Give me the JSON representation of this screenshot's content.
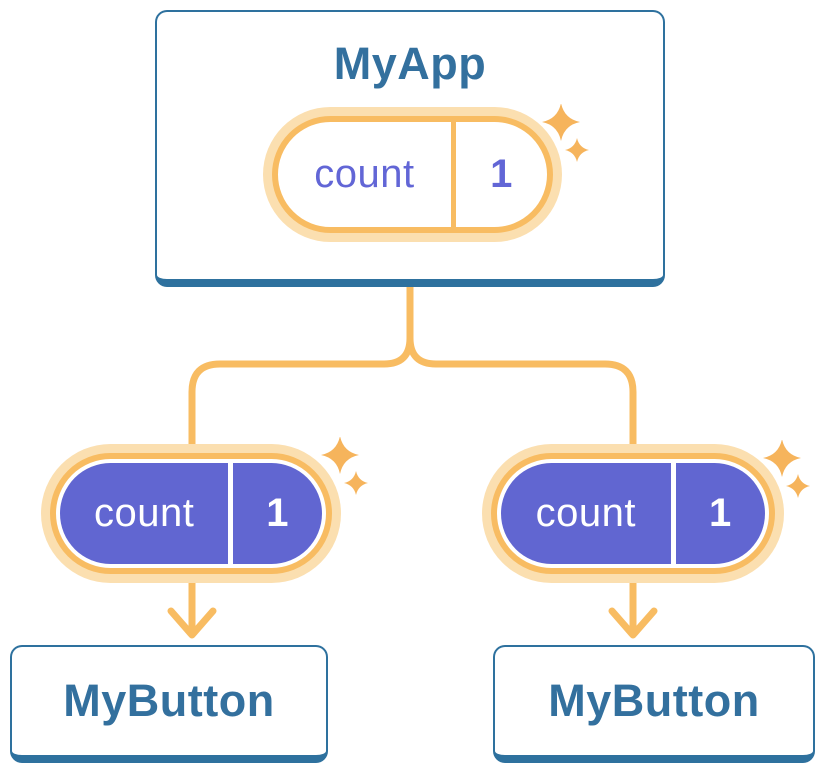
{
  "diagram": {
    "parent": {
      "title": "MyApp",
      "state": {
        "label": "count",
        "value": "1"
      }
    },
    "children": [
      {
        "title": "MyButton",
        "state": {
          "label": "count",
          "value": "1"
        }
      },
      {
        "title": "MyButton",
        "state": {
          "label": "count",
          "value": "1"
        }
      }
    ]
  },
  "icons": {
    "sparkle": "sparkle-stars"
  },
  "colors": {
    "card_border": "#2E719E",
    "card_text": "#33709E",
    "orange": "#F8BC62",
    "orange_pale": "#FBDFB0",
    "star_orange": "#F6B45C",
    "purple_fill": "#6166D1",
    "purple_text": "#6266D6"
  }
}
